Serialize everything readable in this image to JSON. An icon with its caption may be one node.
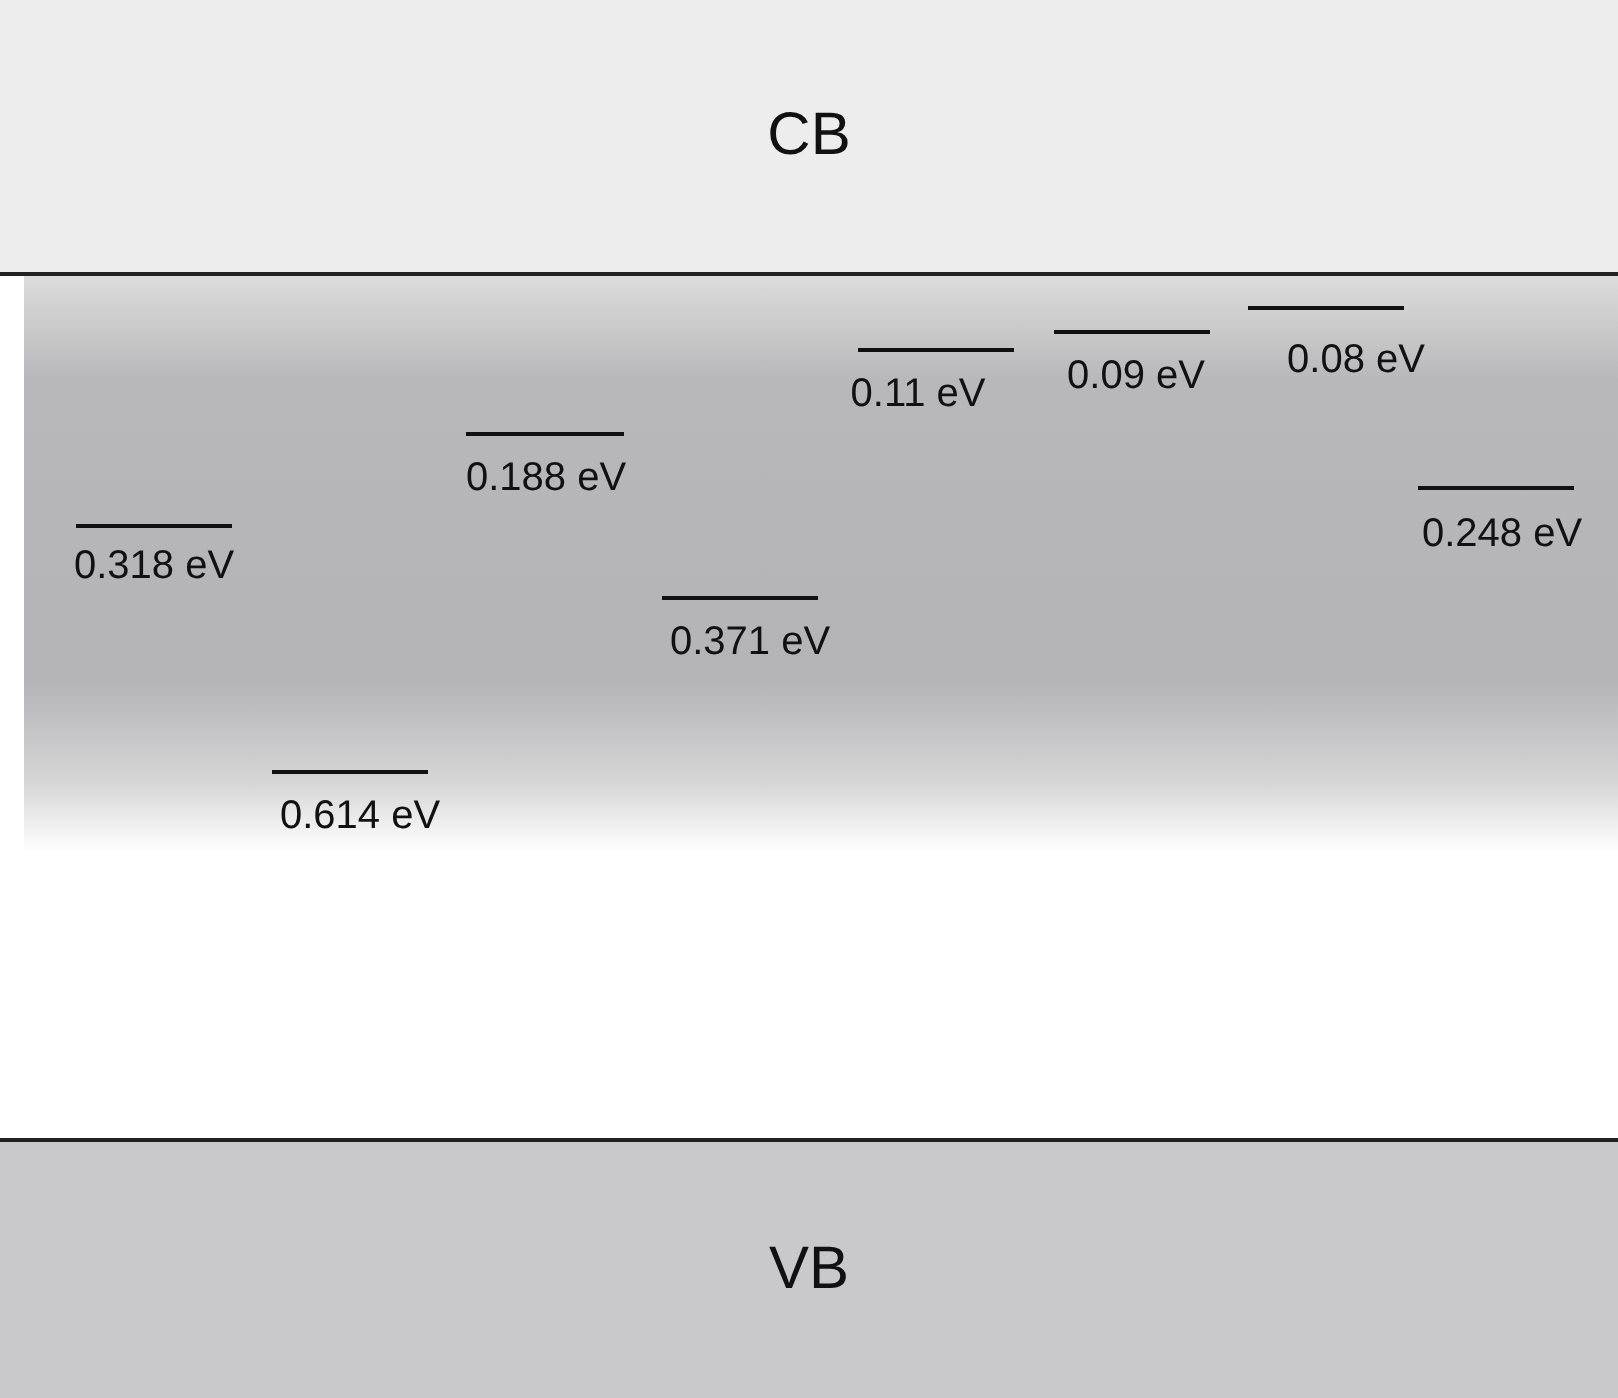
{
  "diagram": {
    "nodes": [
      {
        "text": [
          "CB"
        ]
      },
      {
        "text": [
          "VB"
        ]
      }
    ],
    "labels": [
      "0.11 eV",
      "0.09 eV",
      "0.08 eV",
      "0.188 eV",
      "0.248 eV",
      "0.318 eV",
      "0.371 eV",
      "0.614 eV"
    ]
  }
}
